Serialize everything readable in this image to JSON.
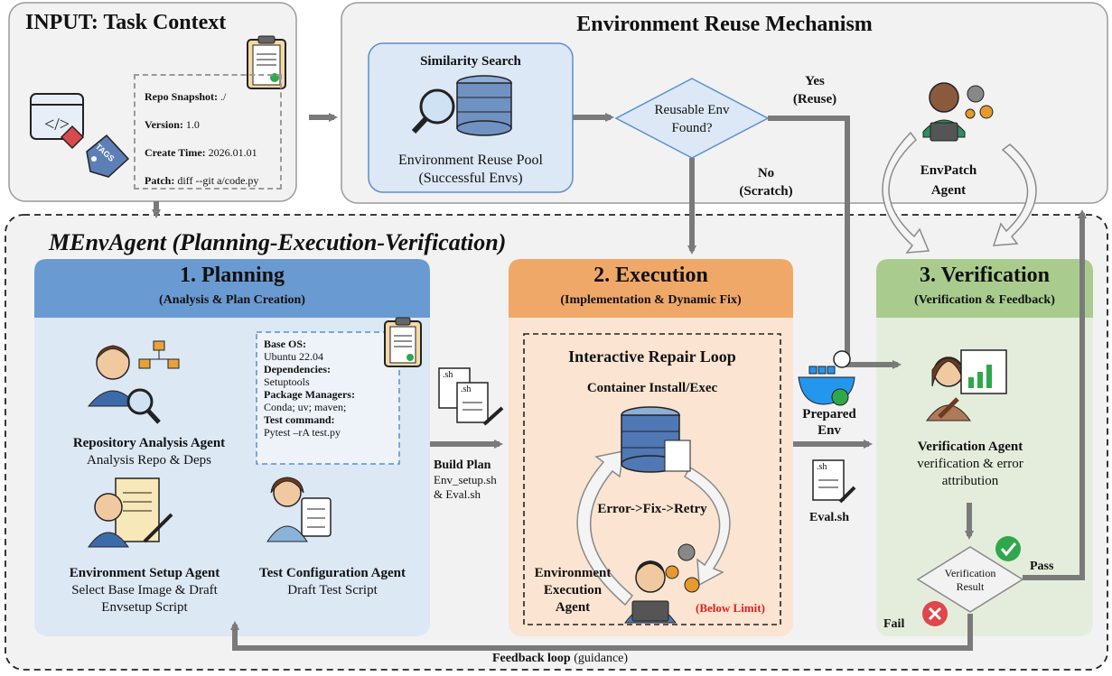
{
  "input": {
    "title": "INPUT: Task Context",
    "fields": [
      {
        "label": "Repo Snapshot:",
        "value": " ./"
      },
      {
        "label": "Version:",
        "value": " 1.0"
      },
      {
        "label": "Create Time:",
        "value": " 2026.01.01"
      },
      {
        "label": "Patch:",
        "value": " diff --git a/code.py"
      }
    ],
    "tags_label": "TAGS"
  },
  "reuse": {
    "title": "Environment Reuse Mechanism",
    "search_title": "Similarity Search",
    "pool_line1": "Environment Reuse Pool",
    "pool_line2": "(Successful Envs)",
    "decision_line1": "Reusable Env",
    "decision_line2": "Found?",
    "yes_line1": "Yes",
    "yes_line2": "(Reuse)",
    "no_line1": "No",
    "no_line2": "(Scratch)",
    "envpatch_line1": "EnvPatch",
    "envpatch_line2": "Agent"
  },
  "menv": {
    "title": "MEnvAgent  (Planning-Execution-Verification)"
  },
  "planning": {
    "title": "1. Planning",
    "subtitle": "(Analysis & Plan Creation)",
    "repo_agent_title": "Repository Analysis Agent",
    "repo_agent_desc": "Analysis Repo & Deps",
    "env_agent_title": "Environment Setup Agent",
    "env_agent_desc1": "Select Base Image & Draft",
    "env_agent_desc2": "Envsetup Script",
    "test_agent_title": "Test Configuration Agent",
    "test_agent_desc": "Draft Test Script",
    "config": [
      {
        "label": "Base OS:",
        "value": "Ubuntu 22.04"
      },
      {
        "label": "Dependencies:",
        "value": "Setuptools"
      },
      {
        "label": "Package Managers:",
        "value": "Conda; uv; maven;"
      },
      {
        "label": "Test command:",
        "value": "Pytest –rA test.py"
      }
    ]
  },
  "build": {
    "label": "Build Plan",
    "file1": "Env_setup.sh",
    "file2": "& Eval.sh",
    "sh1": ".sh",
    "sh2": ".sh"
  },
  "execution": {
    "title": "2. Execution",
    "subtitle": "(Implementation & Dynamic Fix)",
    "loop_title": "Interactive Repair Loop",
    "container": "Container Install/Exec",
    "cycle": "Error->Fix->Retry",
    "agent_line1": "Environment",
    "agent_line2": "Execution",
    "agent_line3": "Agent",
    "limit": "(Below Limit)"
  },
  "prepared": {
    "line1": "Prepared",
    "line2": "Env",
    "eval": "Eval.sh",
    "sh": ".sh"
  },
  "verification": {
    "title": "3. Verification",
    "subtitle": "(Verification & Feedback)",
    "agent_title": "Verification Agent",
    "agent_desc1": "verification & error",
    "agent_desc2": "attribution",
    "decision_line1": "Verification",
    "decision_line2": "Result",
    "pass": "Pass",
    "fail": "Fail"
  },
  "feedback": {
    "bold": "Feedback loop",
    "rest": " (guidance)"
  },
  "colors": {
    "planning": "#6a9ad2",
    "execution": "#f0a868",
    "verification": "#a9cc8e",
    "pass": "#2ea84a",
    "fail": "#e0464b",
    "limit": "#e02020",
    "arrow": "#7f7f7f"
  }
}
